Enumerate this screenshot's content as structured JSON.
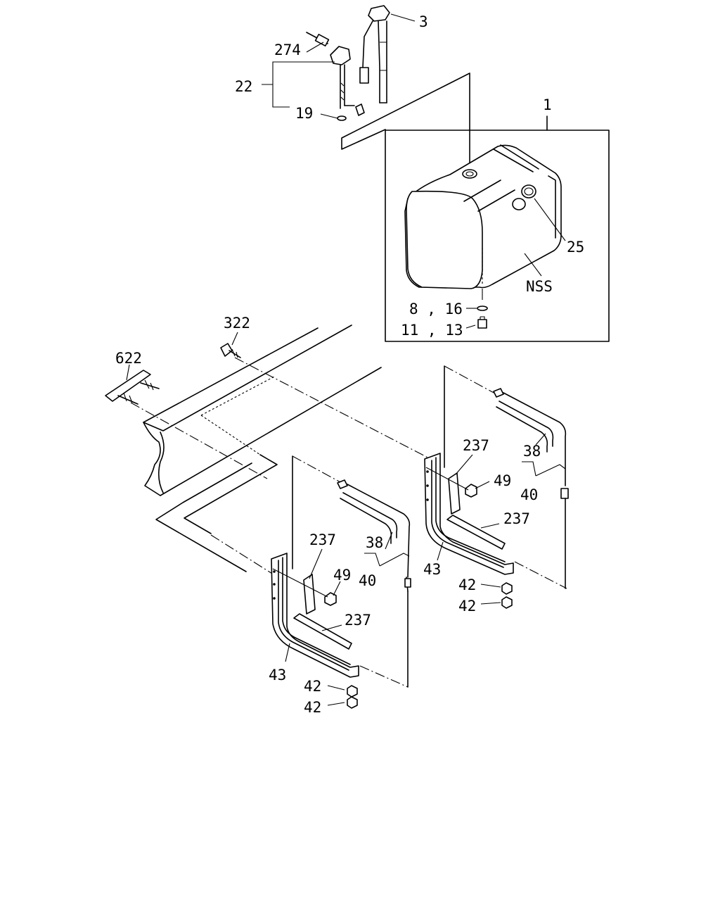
{
  "callouts": {
    "c3": "3",
    "c274": "274",
    "c22": "22",
    "c19": "19",
    "c1": "1",
    "c25": "25",
    "cNSS": "NSS",
    "c8_16": "8 , 16",
    "c11_13": "11 , 13",
    "c322": "322",
    "c622": "622",
    "c237_a": "237",
    "c38_a": "38",
    "c49_a": "49",
    "c40_a": "40",
    "c237_b": "237",
    "c43_a": "43",
    "c42_a1": "42",
    "c42_a2": "42",
    "c237_c": "237",
    "c38_b": "38",
    "c49_b": "49",
    "c40_b": "40",
    "c237_d": "237",
    "c43_b": "43",
    "c42_b1": "42",
    "c42_b2": "42"
  }
}
